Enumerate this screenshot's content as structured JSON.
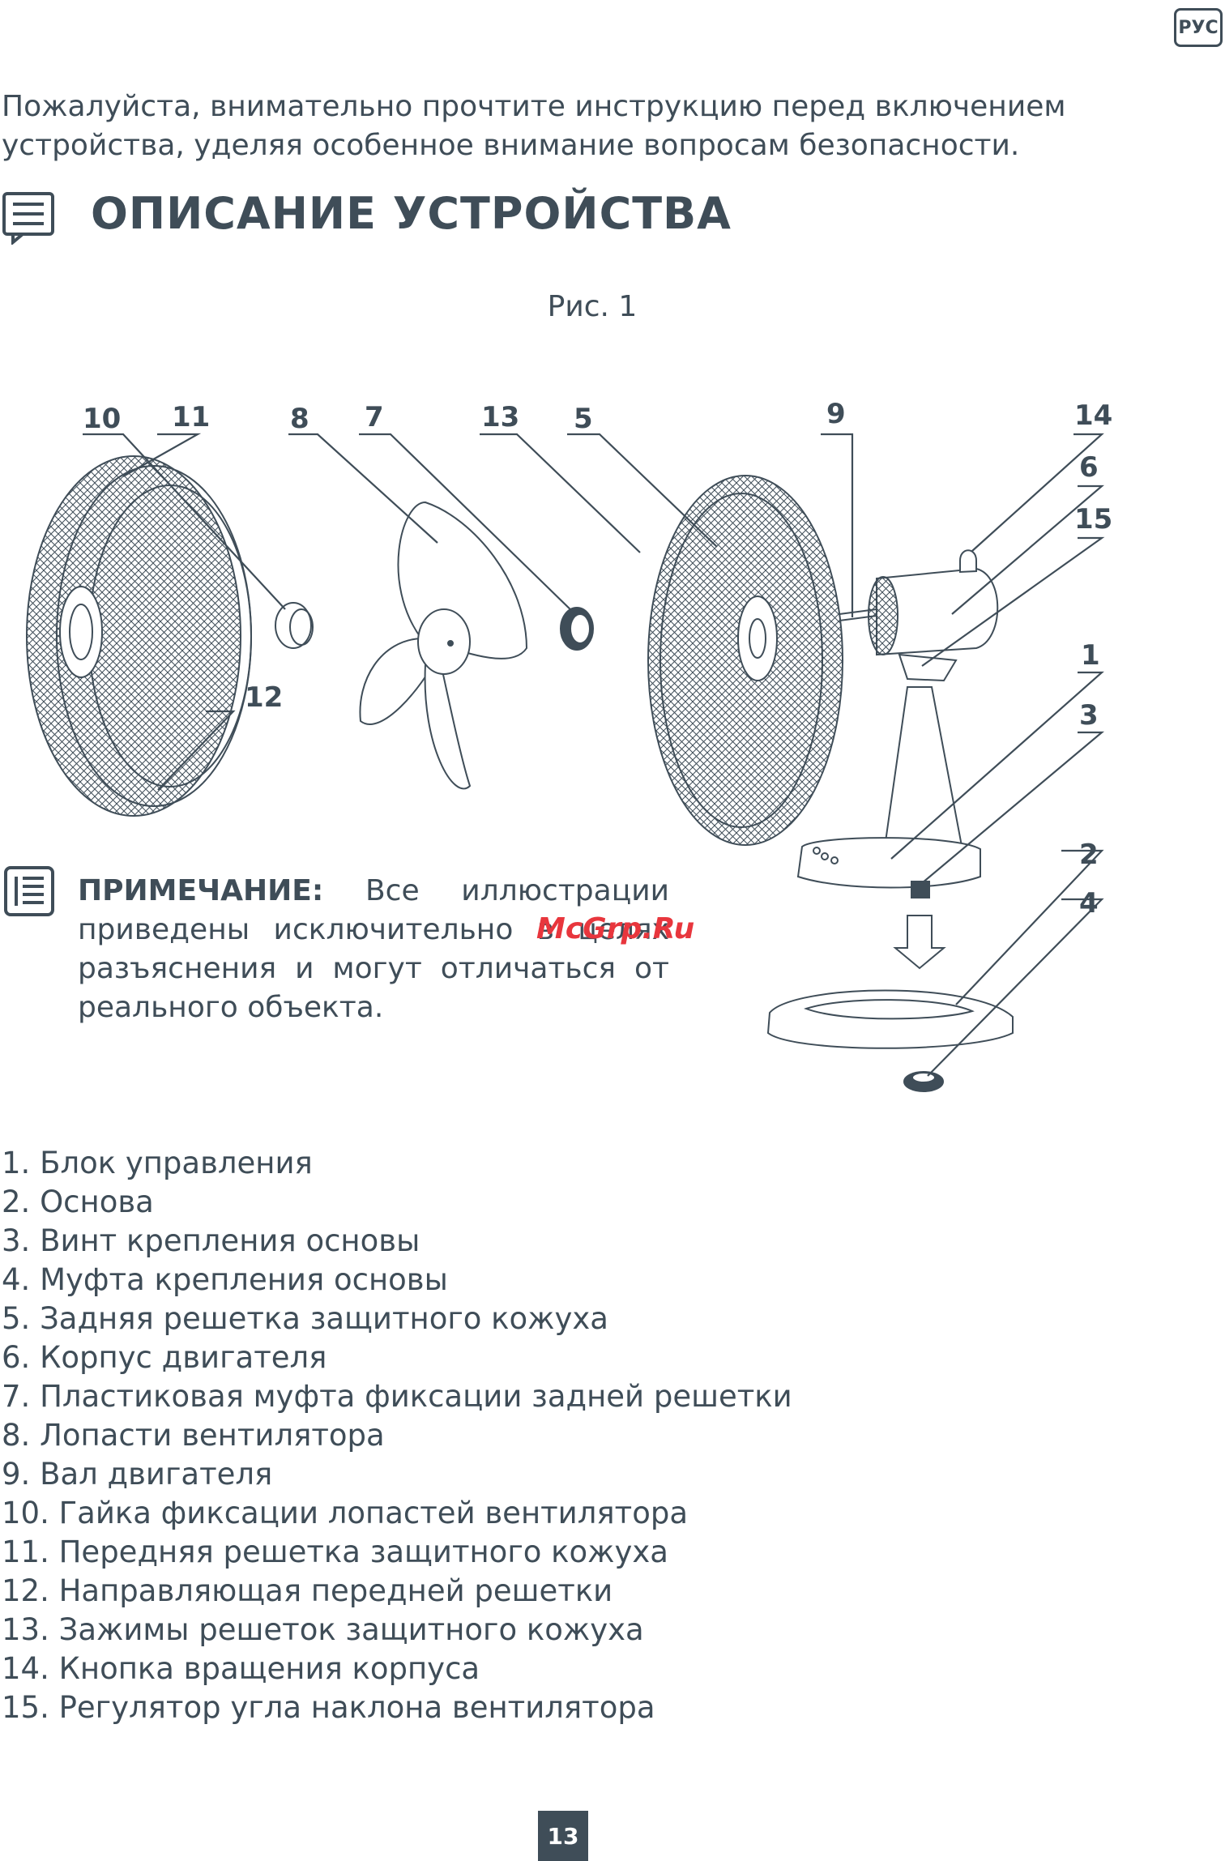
{
  "language_badge": "РУС",
  "intro": "Пожалуйста, внимательно прочтите инструкцию перед включением устройства, уделяя особенное внимание вопросам безопасности.",
  "section_title": "ОПИСАНИЕ УСТРОЙСТВА",
  "figure_caption": "Рис. 1",
  "callouts": [
    "10",
    "11",
    "8",
    "7",
    "13",
    "5",
    "9",
    "14",
    "6",
    "15",
    "1",
    "3",
    "12",
    "2",
    "4"
  ],
  "note": {
    "label": "ПРИМЕЧАНИЕ:",
    "text": "Все иллюстрации приведены исключительно в целях разъяснения и могут отличаться от реального объекта."
  },
  "watermark": "McGrp.Ru",
  "parts": [
    "1. Блок управления",
    "2. Основа",
    "3. Винт крепления основы",
    "4. Муфта крепления основы",
    "5. Задняя решетка защитного кожуха",
    "6. Корпус двигателя",
    "7. Пластиковая муфта фиксации задней решетки",
    "8. Лопасти вентилятора",
    "9. Вал двигателя",
    "10. Гайка фиксации лопастей вентилятора",
    "11. Передняя решетка защитного кожуха",
    "12. Направляющая передней решетки",
    "13. Зажимы решеток защитного кожуха",
    "14. Кнопка вращения корпуса",
    "15. Регулятор угла наклона вентилятора"
  ],
  "page_number": "13",
  "colors": {
    "text": "#3f4d58",
    "watermark": "#e8363d"
  },
  "icons": {
    "section": "manual-description-icon",
    "note": "note-list-icon"
  }
}
